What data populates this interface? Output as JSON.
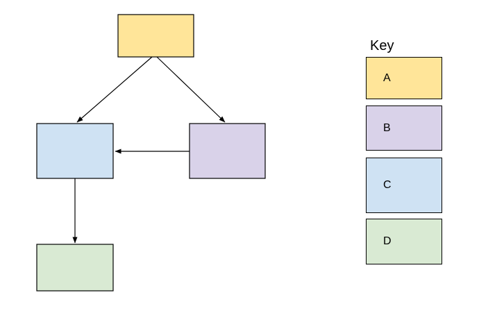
{
  "diagram": {
    "nodes": [
      {
        "key": "A",
        "color_name": "yellow",
        "fill": "#ffe599"
      },
      {
        "key": "B",
        "color_name": "purple",
        "fill": "#d9d2e9"
      },
      {
        "key": "C",
        "color_name": "blue",
        "fill": "#cfe2f3"
      },
      {
        "key": "D",
        "color_name": "green",
        "fill": "#d9ead3"
      }
    ],
    "edges": [
      {
        "from": "A",
        "to": "C"
      },
      {
        "from": "A",
        "to": "B"
      },
      {
        "from": "B",
        "to": "C"
      },
      {
        "from": "C",
        "to": "D"
      }
    ]
  },
  "key": {
    "title": "Key",
    "items": [
      {
        "label": "A",
        "fill": "#ffe599"
      },
      {
        "label": "B",
        "fill": "#d9d2e9"
      },
      {
        "label": "C",
        "fill": "#cfe2f3"
      },
      {
        "label": "D",
        "fill": "#d9ead3"
      }
    ]
  },
  "colors": {
    "background": "#ffffff",
    "border": "#000000",
    "arrow": "#000000"
  }
}
